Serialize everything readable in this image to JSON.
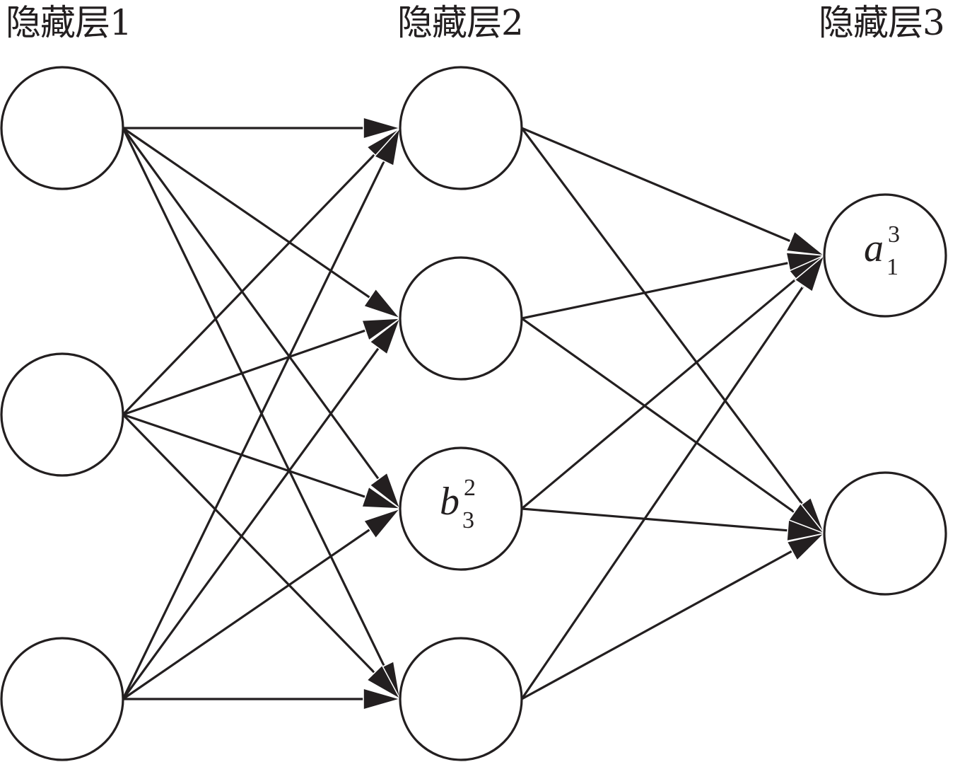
{
  "diagram": {
    "title_layers": [
      "隐藏层1",
      "隐藏层2",
      "隐藏层3"
    ],
    "layers": [
      {
        "name": "隐藏层1",
        "node_count": 3
      },
      {
        "name": "隐藏层2",
        "node_count": 4
      },
      {
        "name": "隐藏层3",
        "node_count": 2
      }
    ],
    "connectivity": "fully-connected",
    "edges": [
      {
        "from_layer": 0,
        "to_layer": 1
      },
      {
        "from_layer": 1,
        "to_layer": 2
      }
    ],
    "labeled_nodes": [
      {
        "layer": 1,
        "index": 2,
        "base": "b",
        "superscript": "2",
        "subscript": "3"
      },
      {
        "layer": 2,
        "index": 0,
        "base": "a",
        "superscript": "3",
        "subscript": "1"
      }
    ],
    "colors": {
      "stroke": "#231f20",
      "node_fill": "#ffffff",
      "arrow_fill": "#231f20",
      "background": "#ffffff"
    }
  }
}
